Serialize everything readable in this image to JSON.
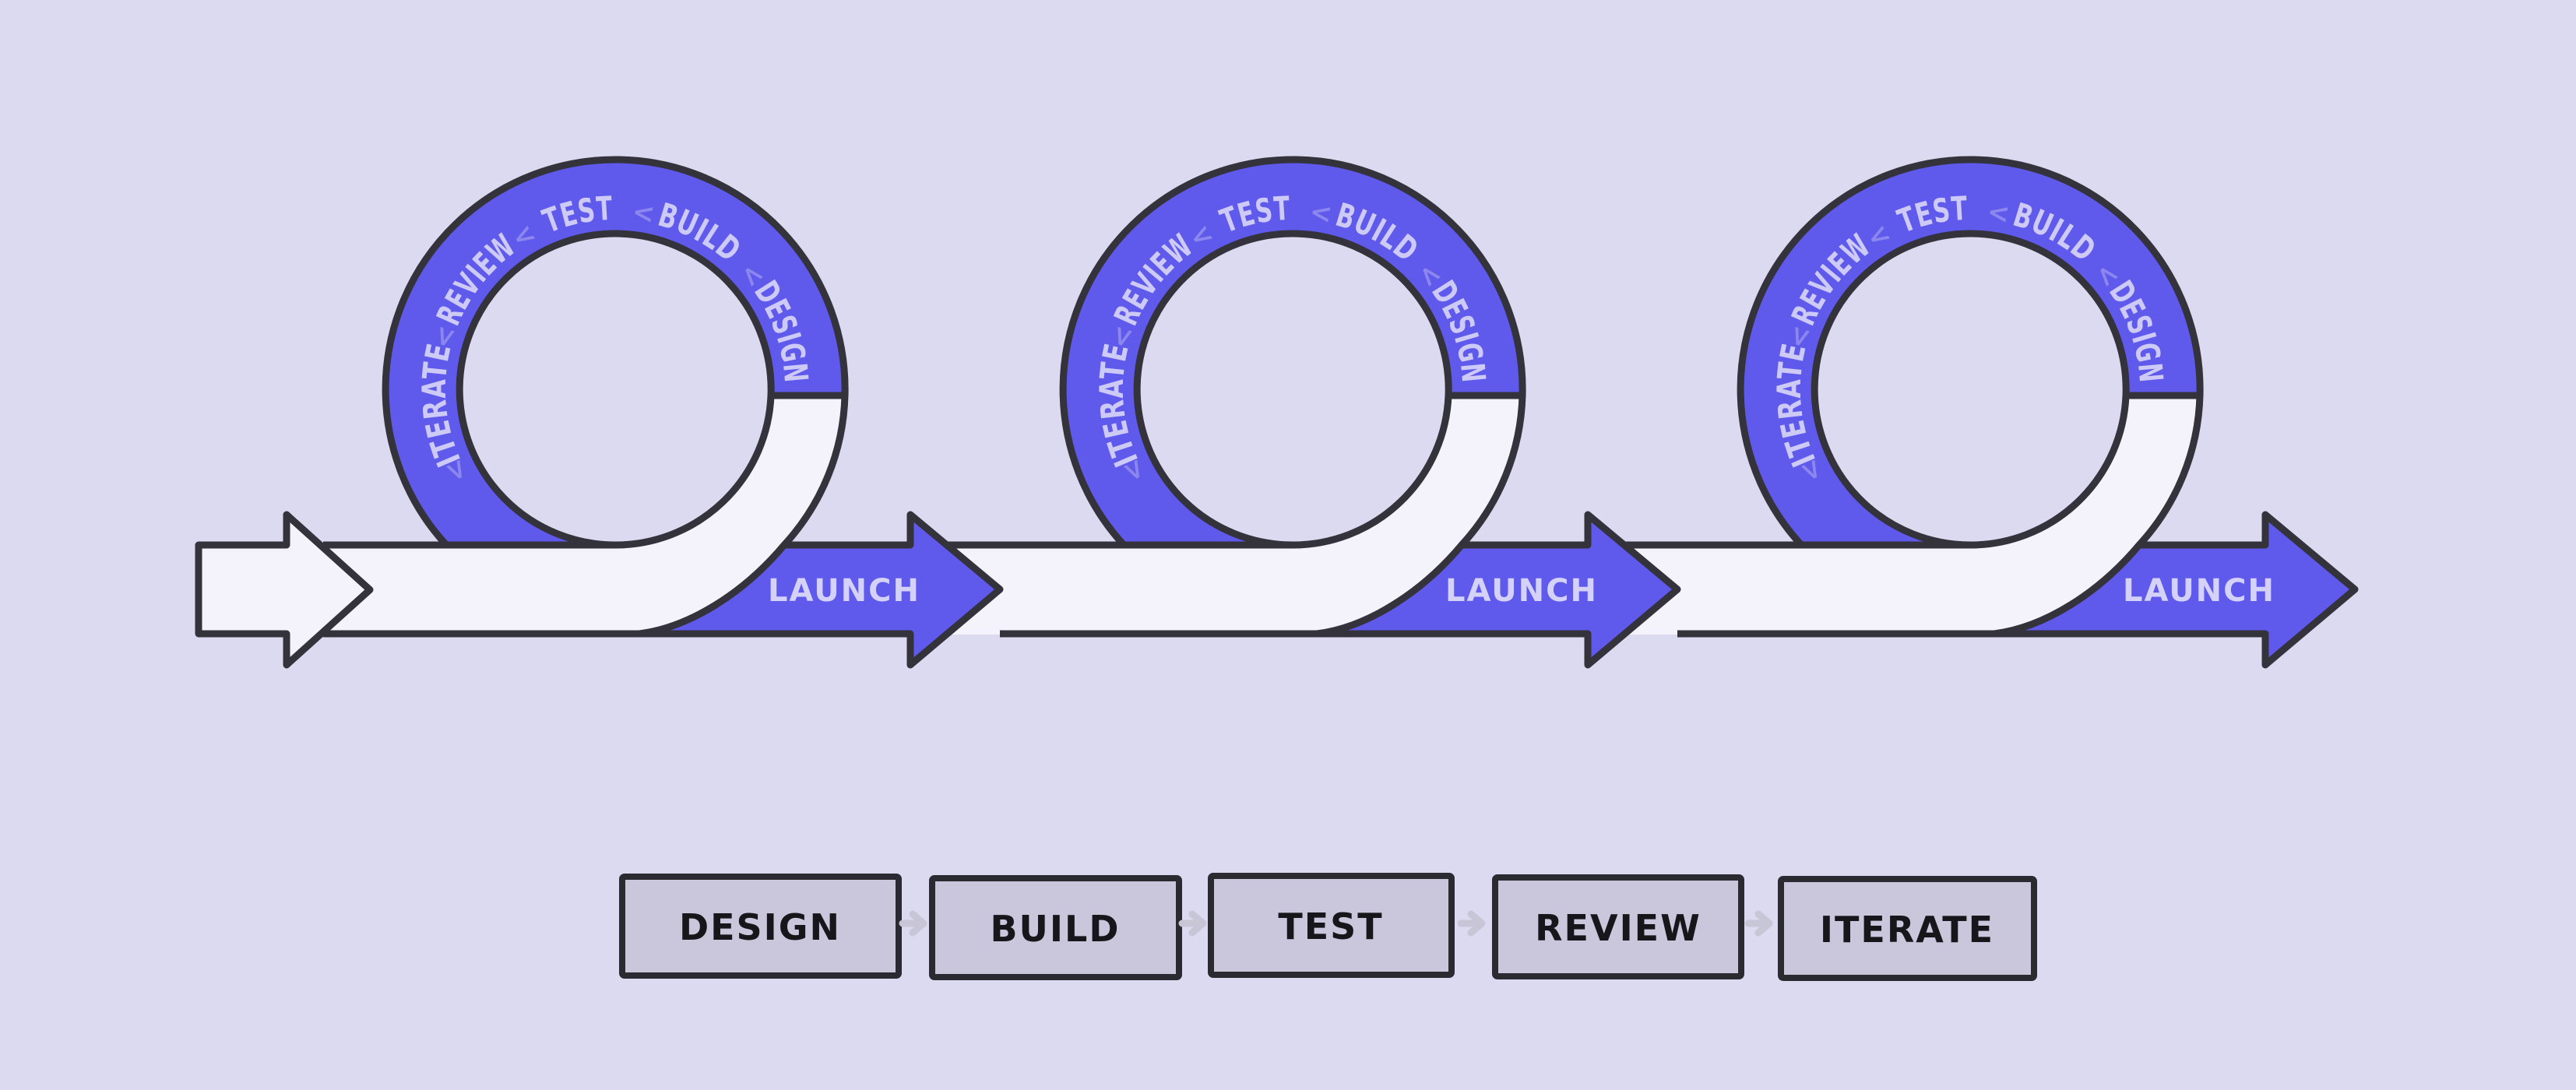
{
  "diagram": {
    "title_hint": "agile-iteration-loop-process",
    "loop_count": 3
  },
  "ring": {
    "chevron": "<",
    "words": [
      "DESIGN",
      "BUILD",
      "TEST",
      "REVIEW",
      "ITERATE"
    ]
  },
  "launch": {
    "label": "LAUNCH"
  },
  "flow": {
    "items": [
      "DESIGN",
      "BUILD",
      "TEST",
      "REVIEW",
      "ITERATE"
    ]
  },
  "colors": {
    "bg": "#dcdaf0",
    "purple": "#5f5aec",
    "paper": "#f4f3fb",
    "ink": "#34333b",
    "ring_text": "#cdcaf7",
    "ring_chevron": "#8c86ef",
    "launch_text": "#d4d2f9",
    "box_fill": "#cac7dd",
    "box_border": "#2b2a31",
    "box_text": "#17161b",
    "connector": "#c7c5d6"
  }
}
